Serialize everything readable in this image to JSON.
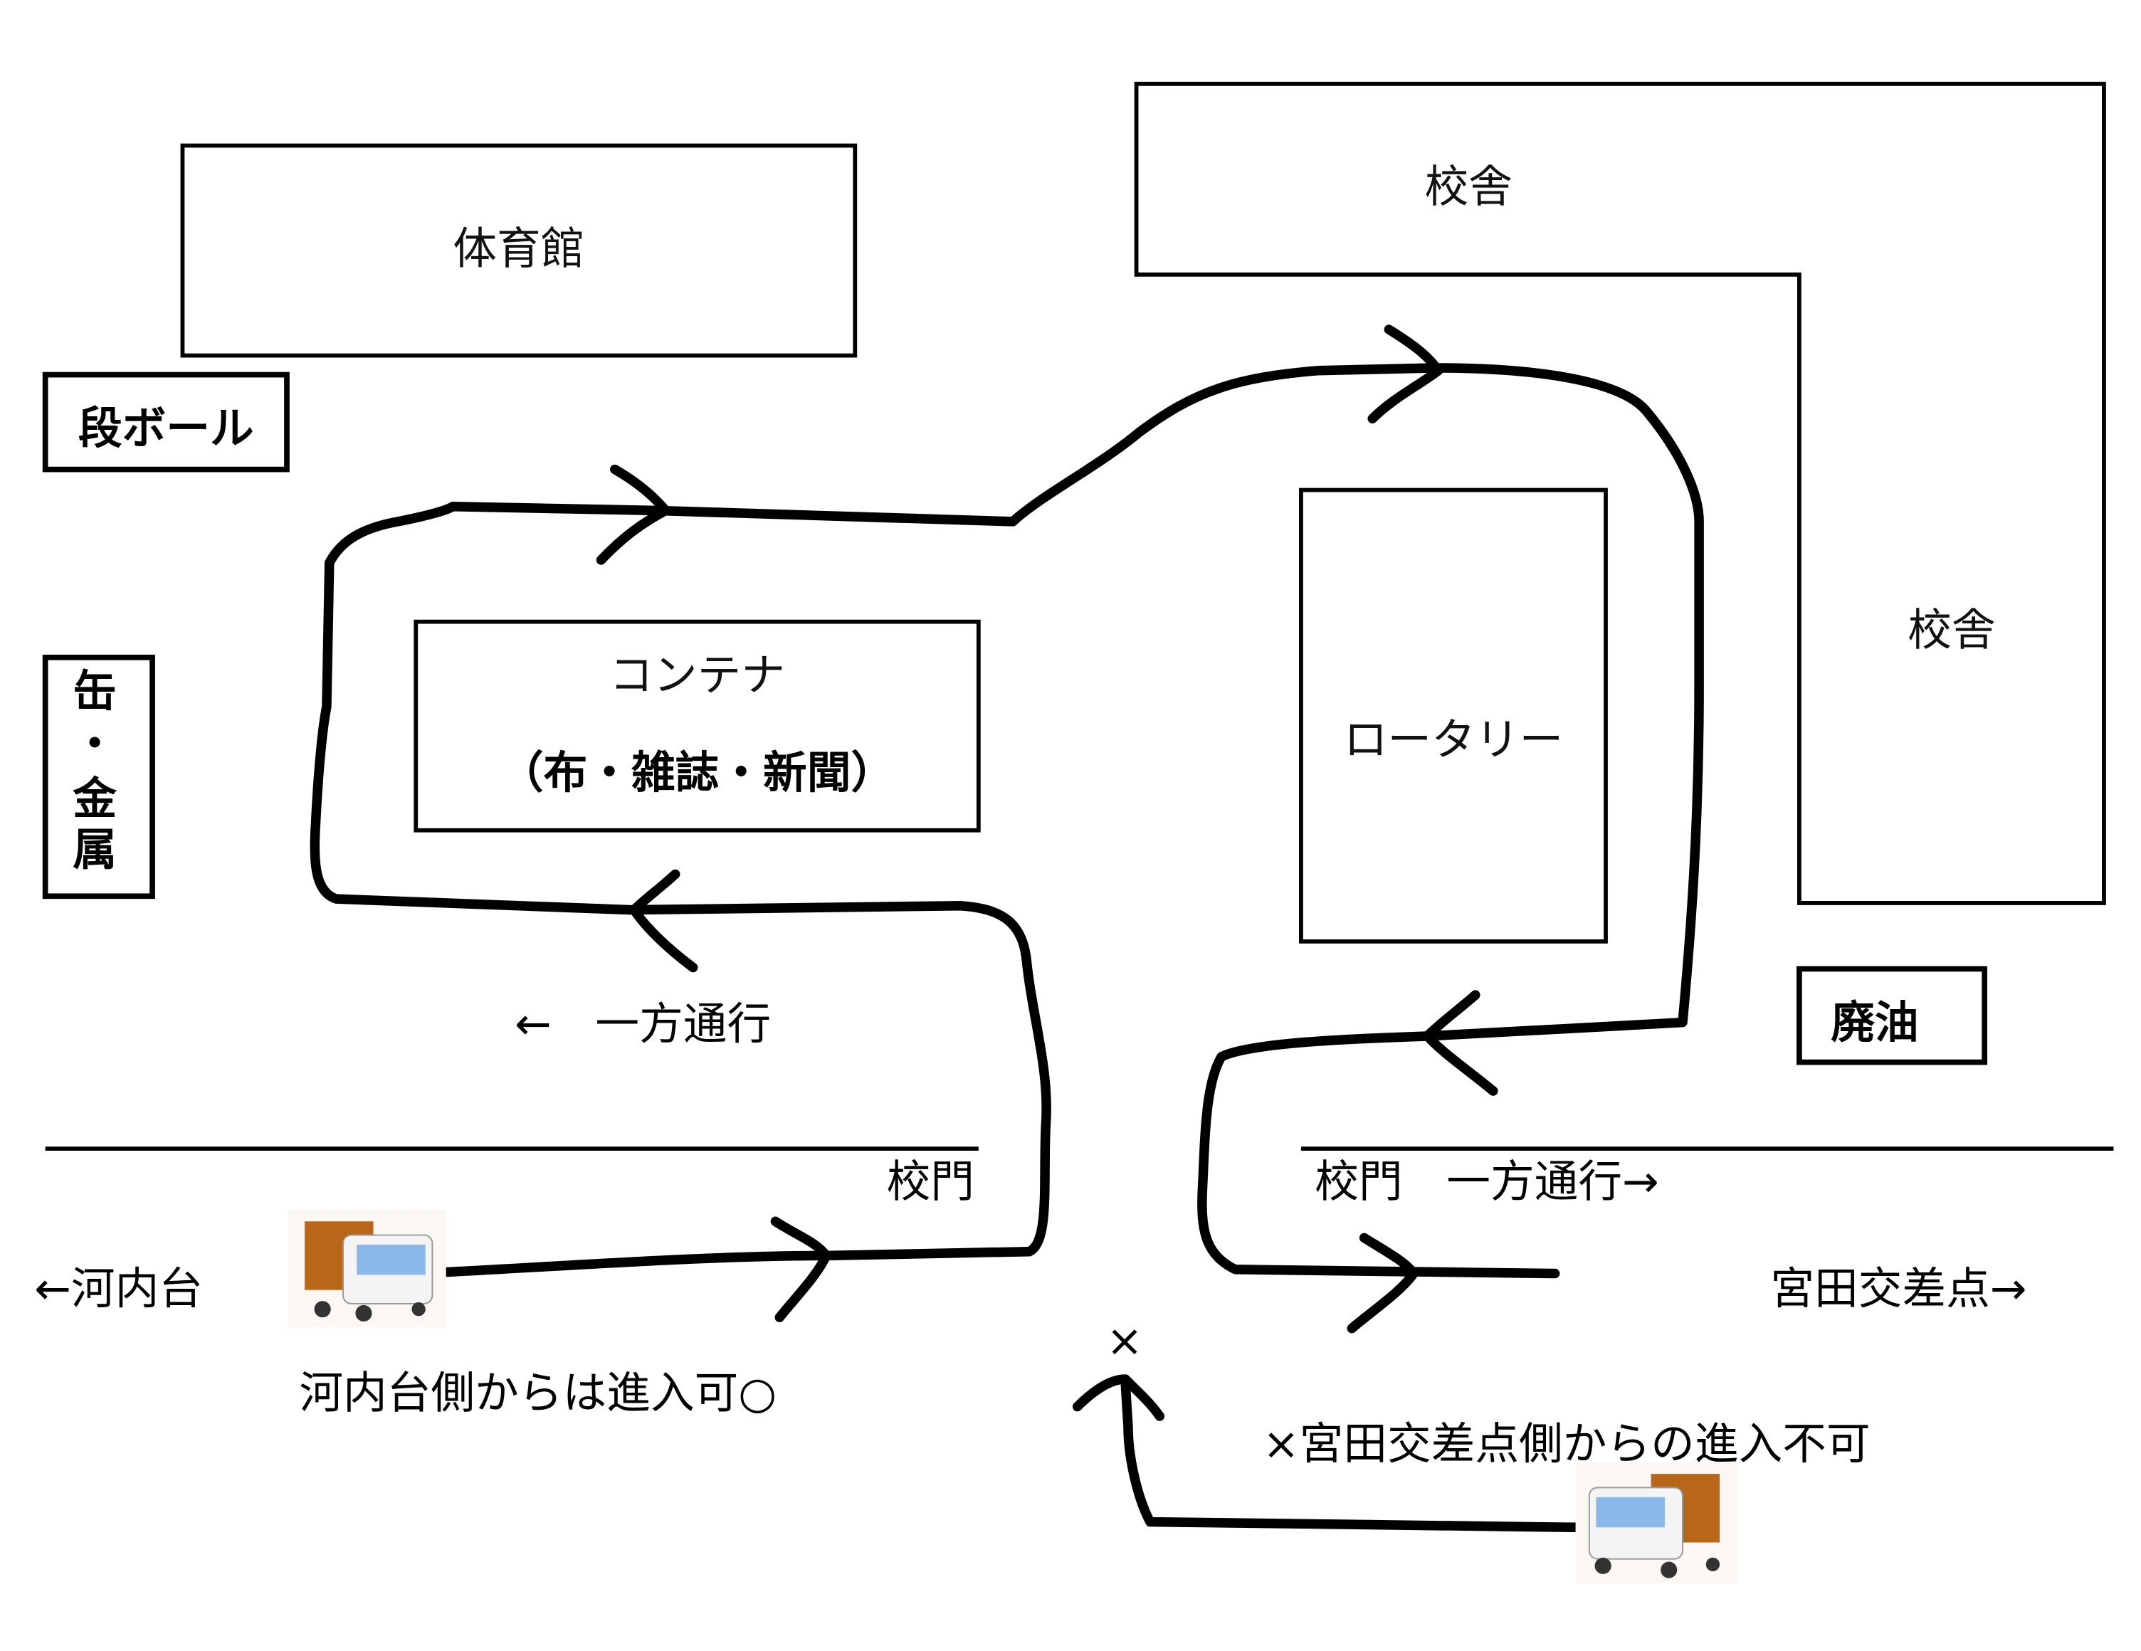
{
  "map": {
    "buildings": {
      "gym": "体育館",
      "school_top": "校舎",
      "school_right": "校舎",
      "rotary": "ロータリー",
      "container_title": "コンテナ",
      "container_items": "（布・雑誌・新聞）"
    },
    "collection_points": {
      "cardboard": "段ボール",
      "cans_metal": [
        "缶",
        "・",
        "金",
        "属"
      ],
      "waste_oil": "廃油"
    },
    "labels": {
      "one_way_left": "←　一方通行",
      "gate_left": "校門",
      "gate_right_one_way": "校門　一方通行→",
      "kawachidai": "←河内台",
      "miyata": "宮田交差点→",
      "entry_ok": "河内台側からは進入可○",
      "entry_ng": "×宮田交差点側からの進入不可",
      "x_mark": "×"
    },
    "colors": {
      "truck_cargo": "#b8661a",
      "truck_cab": "#8ab8e8",
      "truck_body": "#f4f4f4"
    }
  }
}
